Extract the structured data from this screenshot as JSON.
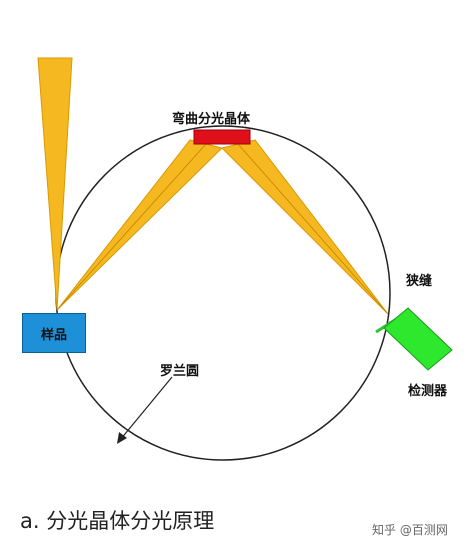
{
  "labels": {
    "crystal": "弯曲分光晶体",
    "slit": "狭缝",
    "detector": "检测器",
    "rowland_circle": "罗兰圆",
    "sample": "样品"
  },
  "caption": "a. 分光晶体分光原理",
  "watermark": "知乎 @百测网",
  "colors": {
    "beam": "#f5b820",
    "beam_edge": "#d99a00",
    "crystal": "#e0101a",
    "sample": "#1e90d8",
    "detector": "#2ee82e",
    "slit": "#35c235",
    "circle": "#222222"
  }
}
